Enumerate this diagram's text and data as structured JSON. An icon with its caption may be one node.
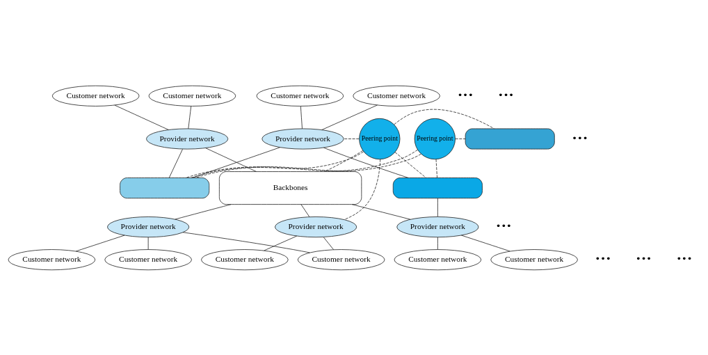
{
  "diagram": {
    "nodes": [
      {
        "text": [
          "Customer network"
        ]
      },
      {
        "text": [
          "Customer network"
        ]
      },
      {
        "text": [
          "Customer network"
        ]
      },
      {
        "text": [
          "Customer network"
        ]
      },
      {
        "text": [
          "Provider network"
        ]
      },
      {
        "text": [
          "Provider network"
        ]
      },
      {
        "text": [
          "Peering point"
        ]
      },
      {
        "text": [],
        "shape": "box"
      },
      {
        "text": [],
        "shape": "box"
      },
      {
        "text": [],
        "shape": "box"
      },
      {
        "text": [
          "Backbones"
        ]
      },
      {
        "text": [
          "Peering point"
        ]
      },
      {
        "text": [
          "Provider network"
        ]
      },
      {
        "text": [
          "Provider network"
        ]
      },
      {
        "text": [
          "Provider network"
        ]
      },
      {
        "text": [
          "Customer network"
        ]
      },
      {
        "text": [
          "Customer network"
        ]
      },
      {
        "text": [
          "Customer network"
        ]
      },
      {
        "text": [
          "Customer network"
        ]
      },
      {
        "text": [
          "Customer network"
        ]
      },
      {
        "text": [
          "Customer network"
        ]
      }
    ],
    "edges": [
      {
        "from": 0,
        "to": 4,
        "arrow": "none"
      },
      {
        "from": 1,
        "to": 4,
        "arrow": "none"
      },
      {
        "from": 2,
        "to": 5,
        "arrow": "none"
      },
      {
        "from": 3,
        "to": 5,
        "arrow": "none"
      },
      {
        "from": 4,
        "to": 7,
        "arrow": "none"
      },
      {
        "from": 4,
        "to": 9,
        "arrow": "none"
      },
      {
        "from": 5,
        "to": 7,
        "arrow": "none"
      },
      {
        "from": 5,
        "to": 10,
        "arrow": "none"
      },
      {
        "from": 6,
        "to": 4,
        "arrow": "none",
        "style": "dashed"
      },
      {
        "from": 6,
        "to": 7,
        "arrow": "none",
        "style": "dashed"
      },
      {
        "from": 6,
        "to": 8,
        "arrow": "none",
        "style": "dashed"
      },
      {
        "from": 6,
        "to": 9,
        "arrow": "none",
        "style": "dashed"
      },
      {
        "from": 6,
        "to": 10,
        "arrow": "none",
        "style": "dashed"
      },
      {
        "from": 6,
        "to": 12,
        "arrow": "none",
        "style": "dashed"
      },
      {
        "from": 11,
        "to": 7,
        "arrow": "none",
        "style": "dashed"
      },
      {
        "from": 11,
        "to": 7,
        "arrow": "none",
        "style": "dashed"
      },
      {
        "from": 11,
        "to": 8,
        "arrow": "none",
        "style": "dashed"
      },
      {
        "from": 11,
        "to": 9,
        "arrow": "none",
        "style": "dashed"
      },
      {
        "from": 10,
        "to": 12,
        "arrow": "none"
      },
      {
        "from": 10,
        "to": 13,
        "arrow": "none"
      },
      {
        "from": 10,
        "to": 14,
        "arrow": "none"
      },
      {
        "from": 9,
        "to": 14,
        "arrow": "none"
      },
      {
        "from": 12,
        "to": 15,
        "arrow": "none"
      },
      {
        "from": 12,
        "to": 16,
        "arrow": "none"
      },
      {
        "from": 16,
        "to": 13,
        "arrow": "none"
      },
      {
        "from": 13,
        "to": 17,
        "arrow": "none"
      },
      {
        "from": 13,
        "to": 18,
        "arrow": "none"
      },
      {
        "from": 14,
        "to": 19,
        "arrow": "none"
      },
      {
        "from": 14,
        "to": 20,
        "arrow": "none"
      }
    ],
    "labels": [
      "•••",
      "•••",
      "•••",
      "•••",
      "•••",
      "•••",
      "•••"
    ]
  }
}
